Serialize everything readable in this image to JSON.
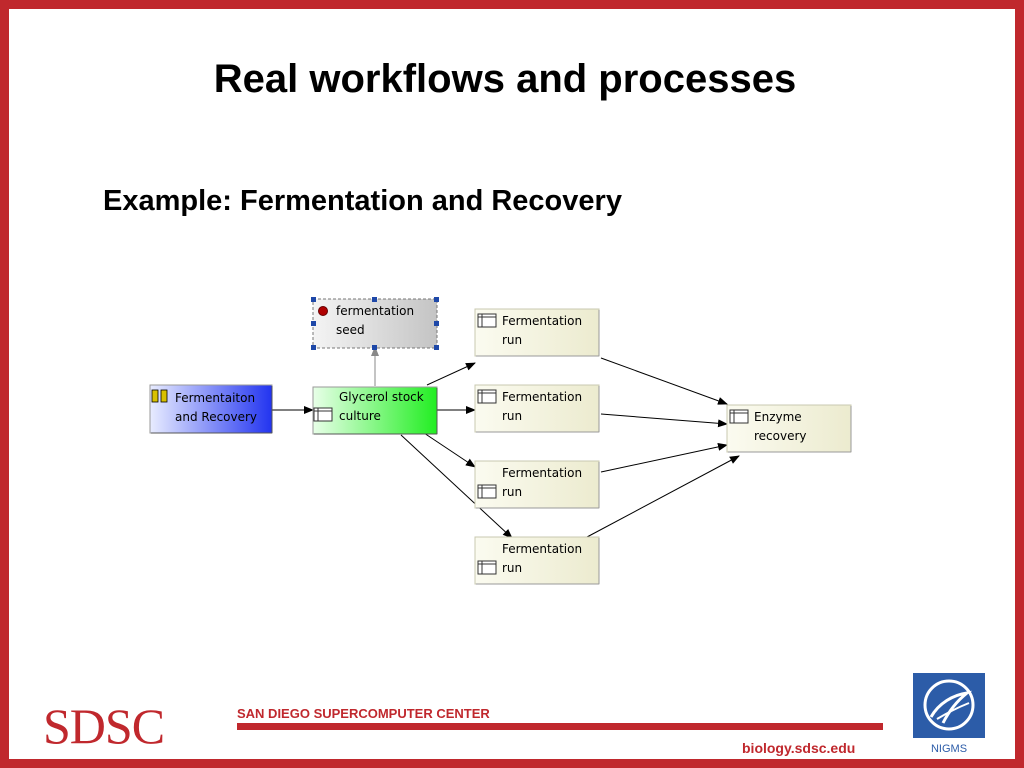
{
  "slide": {
    "title": "Real workflows and processes",
    "subtitle": "Example: Fermentation and Recovery"
  },
  "diagram": {
    "nodes": {
      "source": {
        "line1": "Fermentaiton",
        "line2": "and Recovery",
        "color": "#3a4ef0"
      },
      "glycerol": {
        "line1": "Glycerol stock",
        "line2": "culture",
        "color": "#3ef03a"
      },
      "seed": {
        "line1": "fermentation",
        "line2": "seed"
      },
      "run1": {
        "line1": "Fermentation",
        "line2": "run"
      },
      "run2": {
        "line1": "Fermentation",
        "line2": "run"
      },
      "run3": {
        "line1": "Fermentation",
        "line2": "run"
      },
      "run4": {
        "line1": "Fermentation",
        "line2": "run"
      },
      "enzyme": {
        "line1": "Enzyme",
        "line2": "recovery"
      }
    }
  },
  "footer": {
    "logo": "SDSC",
    "center_name": "SAN DIEGO SUPERCOMPUTER CENTER",
    "website": "biology.sdsc.edu",
    "nigms": "NIGMS",
    "accent_color": "#c0282d"
  }
}
